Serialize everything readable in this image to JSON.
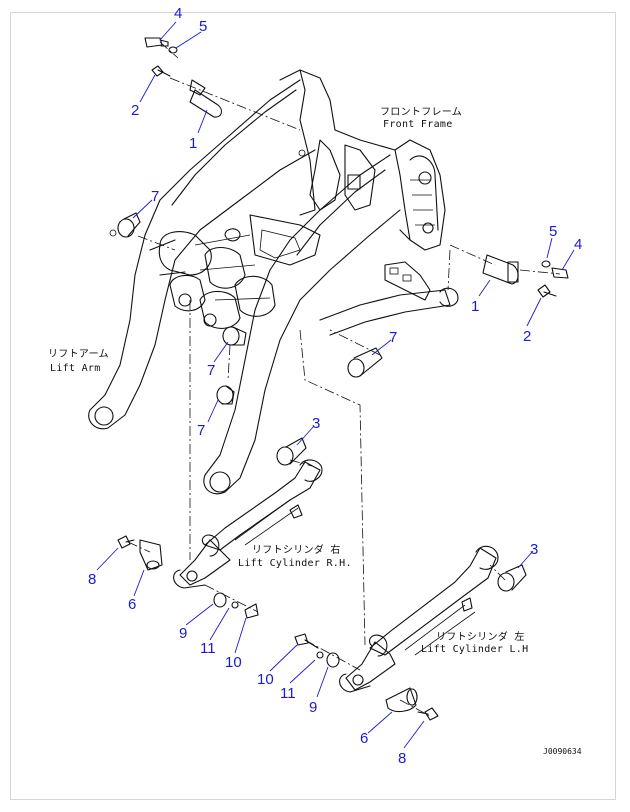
{
  "labels": {
    "front_frame_jp": "フロントフレーム",
    "front_frame_en": "Front Frame",
    "lift_arm_jp": "リフトアーム",
    "lift_arm_en": "Lift Arm",
    "lift_cyl_rh_jp": "リフトシリンダ 右",
    "lift_cyl_rh_en": "Lift Cylinder R.H.",
    "lift_cyl_lh_jp": "リフトシリンダ 左",
    "lift_cyl_lh_en": "Lift Cylinder L.H",
    "drawing_code": "J0090634"
  },
  "callouts": [
    "4",
    "5",
    "2",
    "1",
    "7",
    "5",
    "4",
    "1",
    "2",
    "7",
    "7",
    "7",
    "3",
    "3",
    "8",
    "6",
    "9",
    "11",
    "10",
    "10",
    "11",
    "9",
    "6",
    "8"
  ],
  "colors": {
    "callout": "#1a1ad6",
    "line": "#111111",
    "border": "#d6d6d6"
  }
}
